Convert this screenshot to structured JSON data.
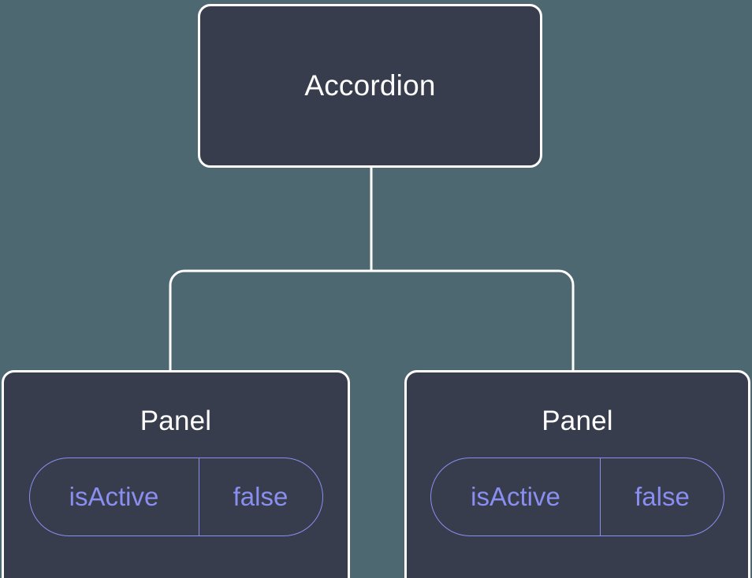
{
  "diagram": {
    "title": "component-tree",
    "background_color": "#4d6870",
    "node_fill_color": "#373d4c",
    "node_border_color": "#ffffff",
    "node_text_color": "#ffffff",
    "prop_accent_color": "#8a8ef0",
    "connector_color": "#ffffff"
  },
  "root": {
    "label": "Accordion"
  },
  "children": [
    {
      "label": "Panel",
      "props": [
        {
          "key": "isActive",
          "value": "false"
        }
      ]
    },
    {
      "label": "Panel",
      "props": [
        {
          "key": "isActive",
          "value": "false"
        }
      ]
    }
  ]
}
